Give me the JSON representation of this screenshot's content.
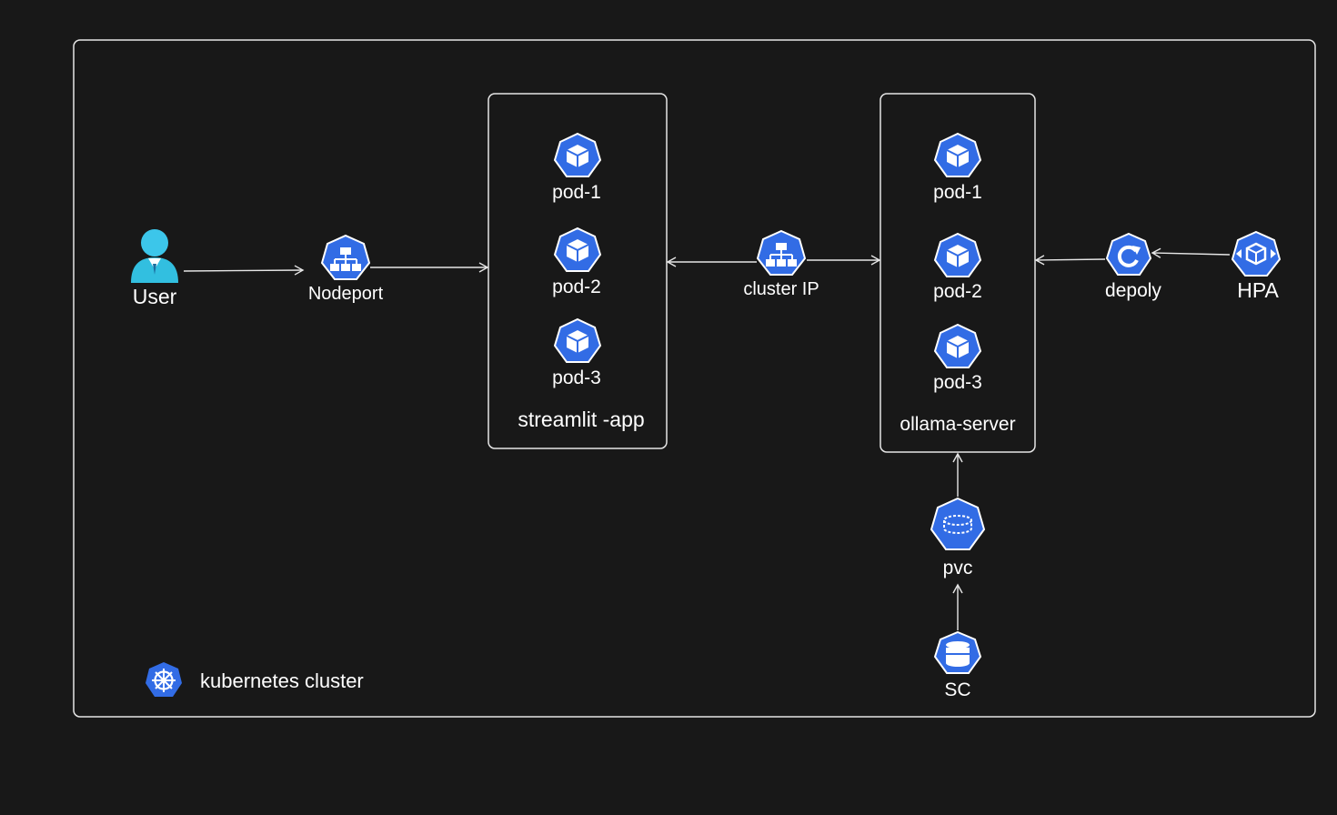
{
  "cluster": {
    "label": "kubernetes cluster",
    "icon": "kubernetes-helm-icon"
  },
  "nodes": {
    "user": {
      "label": "User",
      "icon": "user-icon"
    },
    "nodeport": {
      "label": "Nodeport",
      "icon": "service-icon"
    },
    "cluster_ip": {
      "label": "cluster IP",
      "icon": "service-icon"
    },
    "deploy": {
      "label": "depoly",
      "icon": "deployment-icon"
    },
    "hpa": {
      "label": "HPA",
      "icon": "hpa-icon"
    },
    "pvc": {
      "label": "pvc",
      "icon": "pvc-icon"
    },
    "sc": {
      "label": "SC",
      "icon": "storage-class-icon"
    }
  },
  "groups": {
    "streamlit": {
      "label": "streamlit -app",
      "pods": [
        "pod-1",
        "pod-2",
        "pod-3"
      ]
    },
    "ollama": {
      "label": "ollama-server",
      "pods": [
        "pod-1",
        "pod-2",
        "pod-3"
      ]
    }
  },
  "edges": [
    {
      "from": "User",
      "to": "Nodeport"
    },
    {
      "from": "Nodeport",
      "to": "streamlit -app"
    },
    {
      "from": "cluster IP",
      "to": "streamlit -app"
    },
    {
      "from": "cluster IP",
      "to": "ollama-server"
    },
    {
      "from": "depoly",
      "to": "ollama-server"
    },
    {
      "from": "HPA",
      "to": "depoly"
    },
    {
      "from": "pvc",
      "to": "ollama-server"
    },
    {
      "from": "SC",
      "to": "pvc"
    }
  ],
  "colors": {
    "background": "#181818",
    "stroke": "#e6e6e6",
    "k8s_blue": "#326ce5",
    "user_cyan": "#32bfe0"
  }
}
